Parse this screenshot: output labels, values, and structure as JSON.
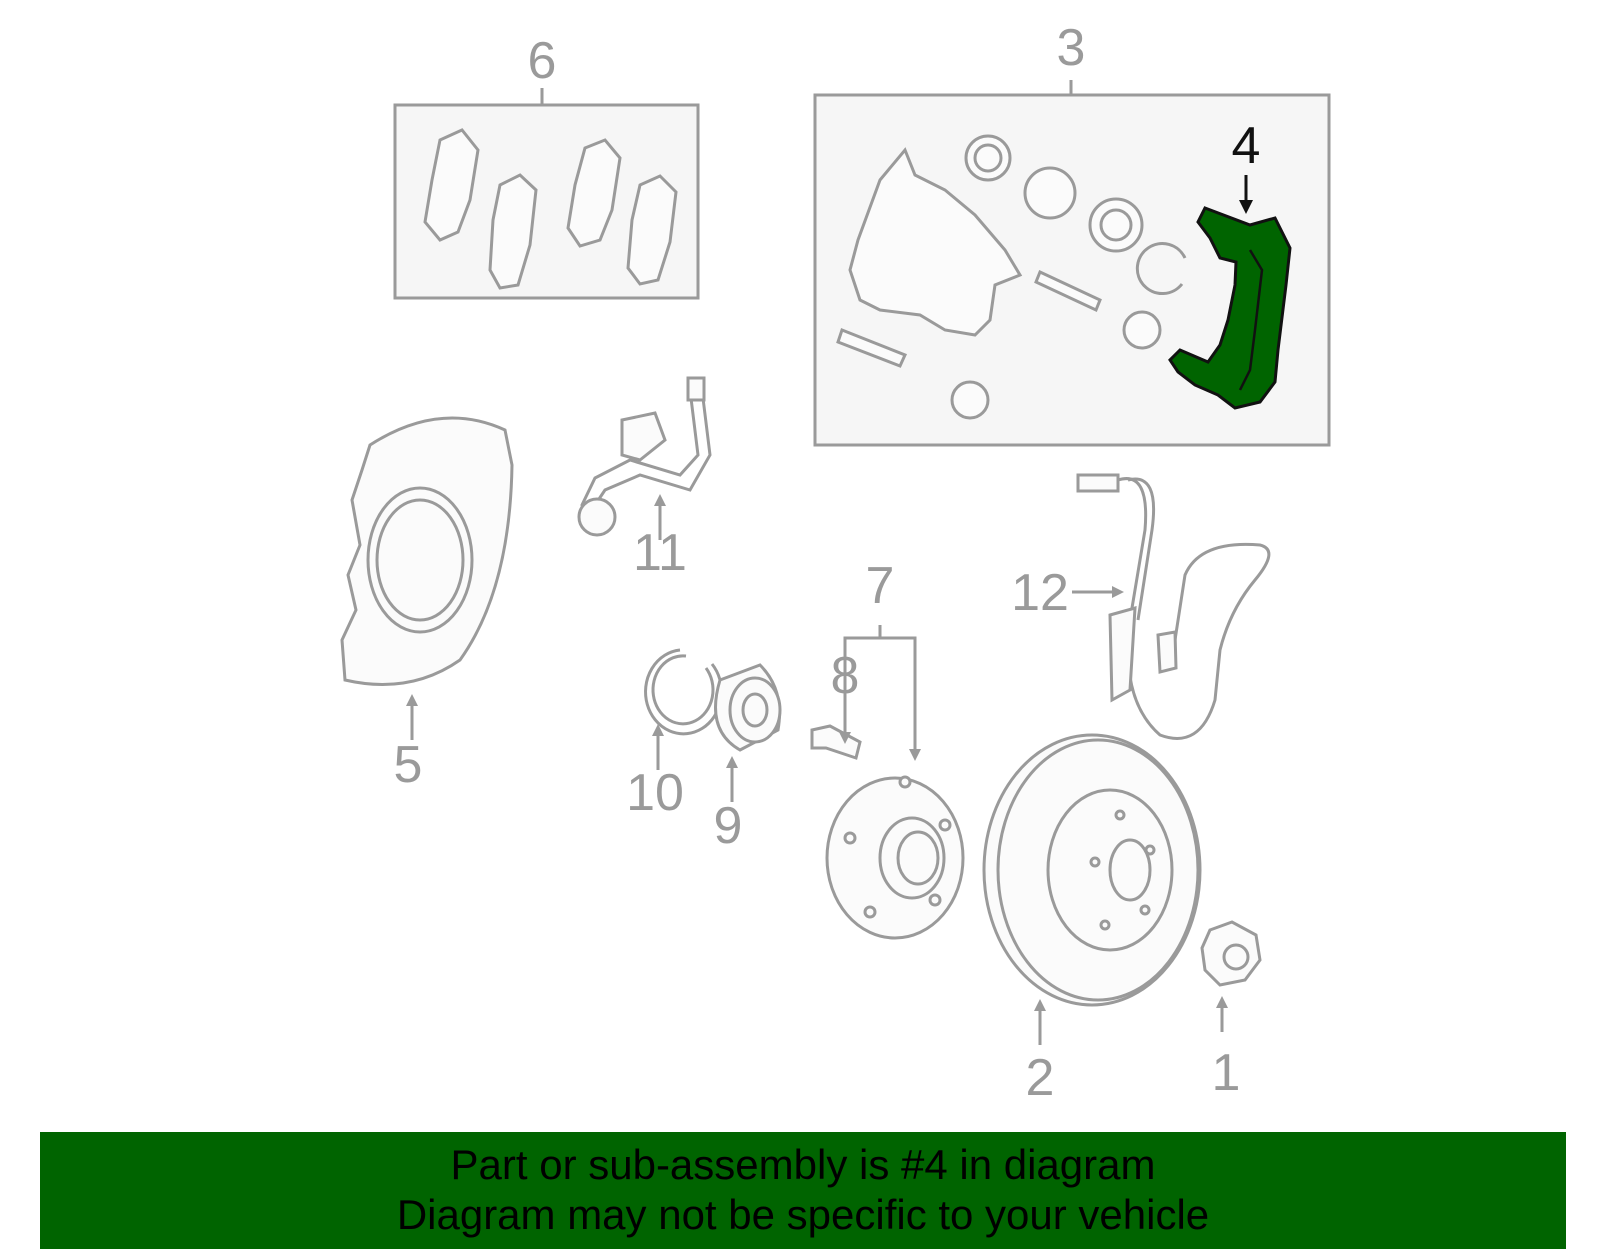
{
  "callouts": {
    "c1": "1",
    "c2": "2",
    "c3": "3",
    "c4": "4",
    "c5": "5",
    "c6": "6",
    "c7": "7",
    "c8": "8",
    "c9": "9",
    "c10": "10",
    "c11": "11",
    "c12": "12"
  },
  "highlighted_part": "4",
  "colors": {
    "highlight": "#006400",
    "line": "#9a9a9a",
    "banner_bg": "#006400"
  },
  "banner": {
    "line1": "Part or sub-assembly is #4 in diagram",
    "line2": "Diagram may not be specific to your vehicle"
  }
}
